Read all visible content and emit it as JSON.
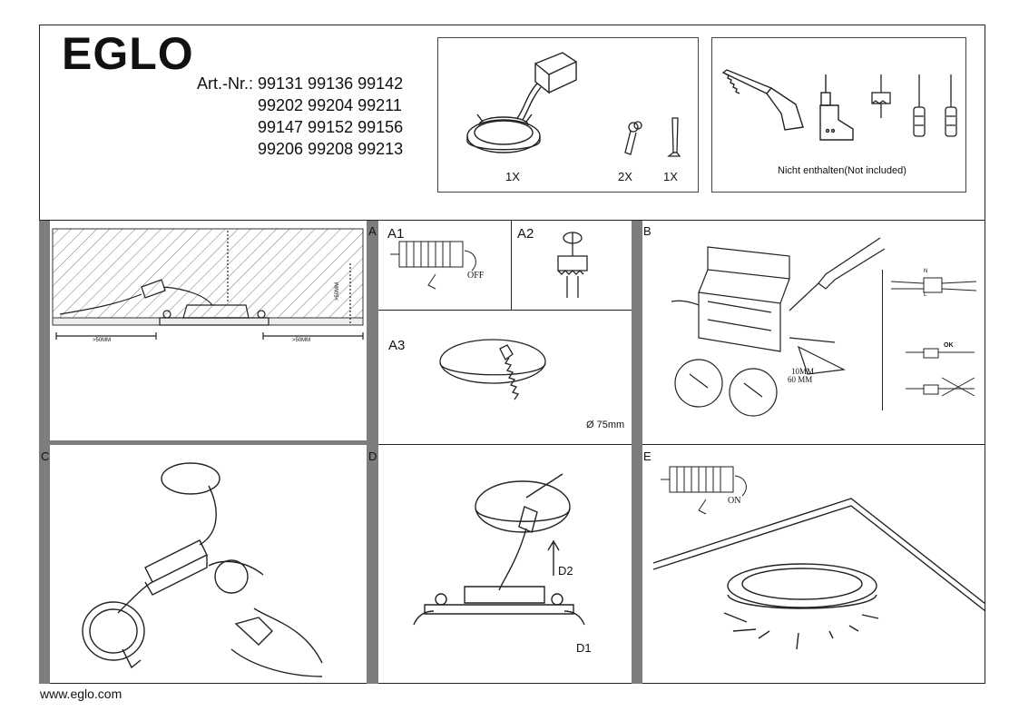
{
  "brand": "EGLO",
  "article": {
    "label": "Art.-Nr.:",
    "rows": [
      "99131 99136 99142",
      "99202 99204 99211",
      "99147 99152 99156",
      "99206 99208 99213"
    ]
  },
  "contents": {
    "driver_qty": "1X",
    "spring_qty": "2X",
    "tool_qty": "1X"
  },
  "tools": {
    "note": "Nicht enthalten(Not included)"
  },
  "steps": {
    "a": "A",
    "a1": "A1",
    "a2": "A2",
    "a3": "A3",
    "b": "B",
    "c": "C",
    "d": "D",
    "e": "E",
    "d1": "D1",
    "d2": "D2"
  },
  "panel_a": {
    "dim_left": ">50MM",
    "dim_right": ">50MM",
    "dim_depth": ">50MM"
  },
  "panel_a1": {
    "off": "OFF"
  },
  "panel_a3": {
    "cutout": "Ø 75mm"
  },
  "panel_b": {
    "strip1": "10MM",
    "strip2": "60 MM",
    "n": "N",
    "l": "L",
    "ok": "OK"
  },
  "panel_e": {
    "on": "ON"
  },
  "footer": "www.eglo.com",
  "colors": {
    "divider": "#7d7d7d",
    "line": "#222222"
  }
}
